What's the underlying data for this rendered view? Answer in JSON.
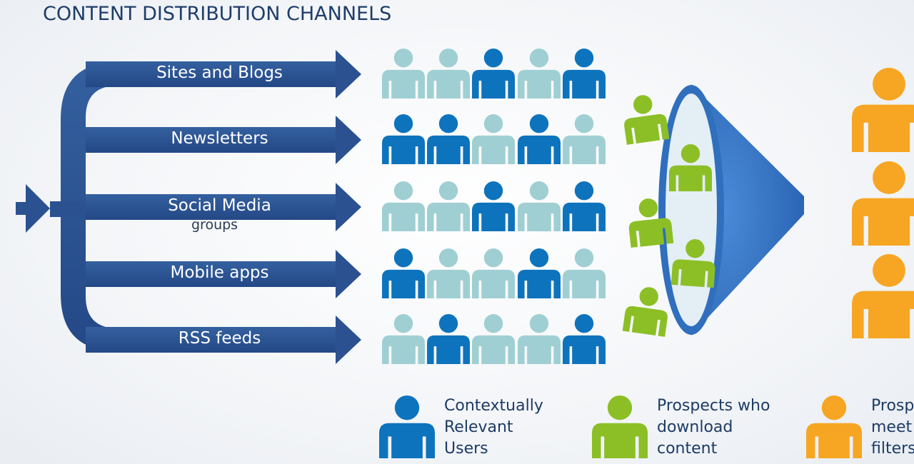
{
  "title": "CONTENT DISTRIBUTION CHANNELS",
  "channels": [
    {
      "label": "Sites and Blogs",
      "sub": ""
    },
    {
      "label": "Newsletters",
      "sub": ""
    },
    {
      "label": "Social Media",
      "sub": "groups"
    },
    {
      "label": "Mobile apps",
      "sub": ""
    },
    {
      "label": "RSS feeds",
      "sub": ""
    }
  ],
  "user_grid": [
    [
      "light",
      "light",
      "dark",
      "light",
      "dark"
    ],
    [
      "dark",
      "dark",
      "light",
      "dark",
      "light"
    ],
    [
      "light",
      "light",
      "dark",
      "light",
      "dark"
    ],
    [
      "dark",
      "light",
      "light",
      "dark",
      "light"
    ],
    [
      "light",
      "dark",
      "light",
      "light",
      "dark"
    ]
  ],
  "legend": [
    {
      "line1": "Contextually",
      "line2": "Relevant",
      "line3": "Users",
      "icon": "person-blue-icon",
      "color": "#0e73bd"
    },
    {
      "line1": "Prospects who",
      "line2": "download",
      "line3": "content",
      "icon": "person-green-icon",
      "color": "#8cbf26"
    },
    {
      "line1": "Prosp",
      "line2": "meet",
      "line3": "filters",
      "icon": "person-orange-icon",
      "color": "#f7a623"
    }
  ],
  "colors": {
    "arrow": "#2b5190",
    "light_person": "#9fcfd3",
    "dark_person": "#0e73bd",
    "green_person": "#8cbf26",
    "orange_person": "#f7a623",
    "funnel": "#2f6fbd"
  }
}
